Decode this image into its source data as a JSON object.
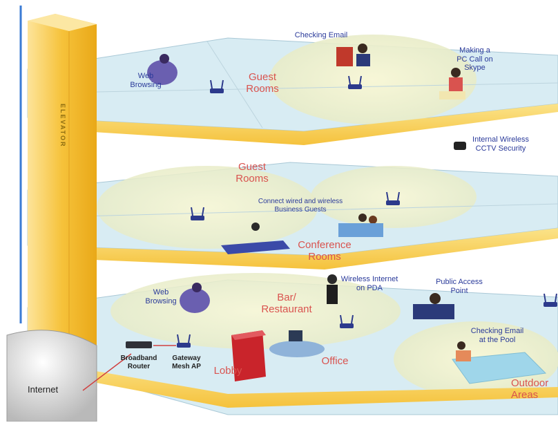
{
  "elevator": "ELEVATOR",
  "internet": "Internet",
  "floor3": {
    "web_browsing": "Web\nBrowsing",
    "checking_email": "Checking Email",
    "skype": "Making a\nPC Call on\nSkype",
    "rooms": "Guest\nRooms"
  },
  "cctv": "Internal Wireless\nCCTV Security",
  "floor2": {
    "rooms": "Guest\nRooms",
    "business": "Connect wired and wireless\nBusiness Guests",
    "conference": "Conference\nRooms"
  },
  "floor1": {
    "web_browsing": "Web\nBrowsing",
    "pda": "Wireless Internet\non PDA",
    "public_ap": "Public Access\nPoint",
    "bar": "Bar/\nRestaurant",
    "router": "Broadband\nRouter",
    "gateway": "Gateway\nMesh AP",
    "lobby": "Lobby",
    "office": "Office",
    "pool_email": "Checking Email\nat the Pool",
    "outdoor": "Outdoor\nAreas"
  },
  "colors": {
    "floor_fill": "#d8ecf3",
    "slab_edge": "#f5c842",
    "elevator": "#f3b928",
    "coverage": "#f2f0c4",
    "label_red": "#d9534f",
    "label_blue": "#2a3a9a"
  }
}
